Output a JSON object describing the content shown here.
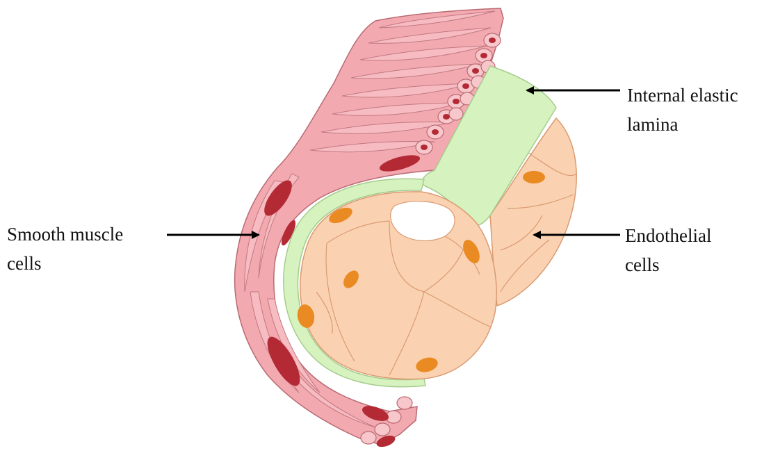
{
  "labels": {
    "smooth_muscle": {
      "line1": "Smooth muscle",
      "line2": "cells"
    },
    "internal_elastic_lamina": {
      "line1": "Internal elastic",
      "line2": "lamina"
    },
    "endothelial": {
      "line1": "Endothelial",
      "line2": "cells"
    }
  },
  "colors": {
    "muscle_fill": "#f2a9b0",
    "muscle_dark": "#eb8f98",
    "muscle_outline": "#b96a72",
    "muscle_nucleus": "#b32a34",
    "lamina_fill": "#d6f2bf",
    "lamina_outline": "#a6cc8c",
    "endothelial_fill": "#fbd2b1",
    "endothelial_light": "#fde4cf",
    "endothelial_outline": "#d99a72",
    "endothelial_nucleus": "#ea8a22",
    "arrow": "#000000"
  }
}
